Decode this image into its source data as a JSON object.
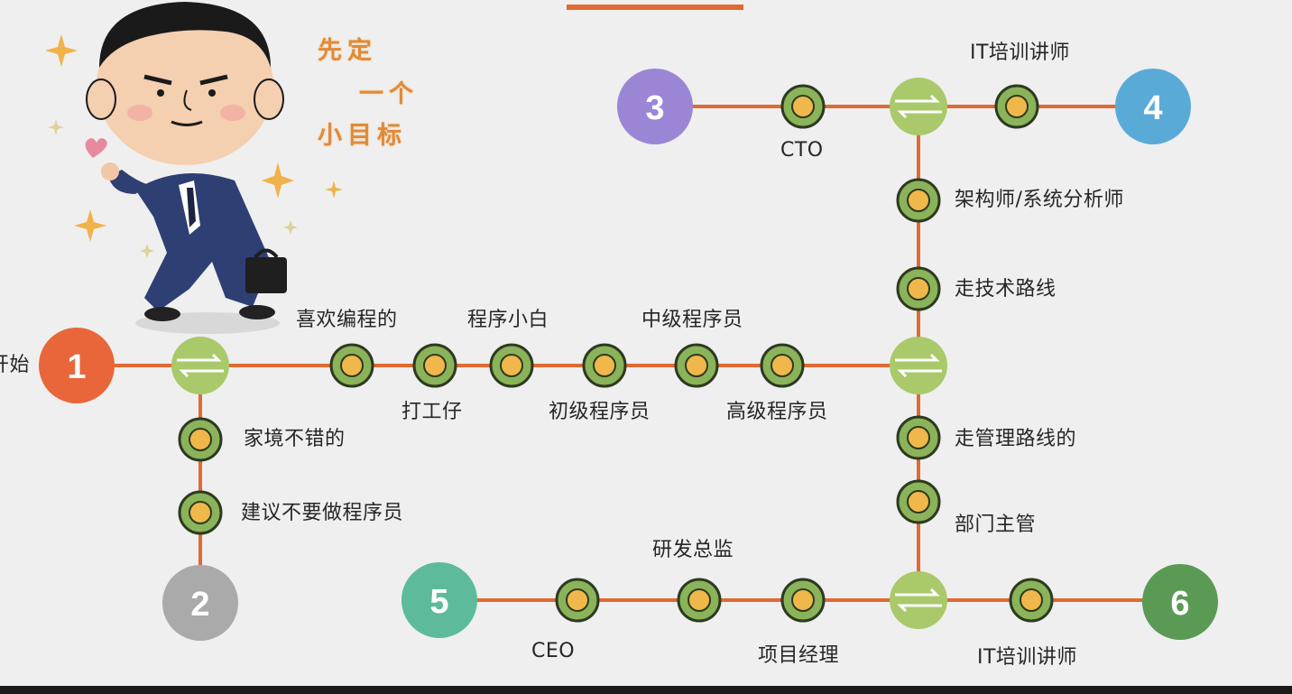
{
  "slogan": {
    "line1": "先定",
    "line2": "一个",
    "line3": "小目标"
  },
  "terminals": {
    "t1": "1",
    "t2": "2",
    "t3": "3",
    "t4": "4",
    "t5": "5",
    "t6": "6"
  },
  "start_label": "开始",
  "labels": {
    "likes_programming": "喜欢编程的",
    "dagongzai": "打工仔",
    "rookie": "程序小白",
    "junior": "初级程序员",
    "mid": "中级程序员",
    "senior": "高级程序员",
    "rich_family": "家境不错的",
    "advice": "建议不要做程序员",
    "cto": "CTO",
    "it_trainer_top": "IT培训讲师",
    "architect": "架构师/系统分析师",
    "tech_route": "走技术路线",
    "mgmt_route": "走管理路线的",
    "dept_head": "部门主管",
    "rd_director": "研发总监",
    "ceo": "CEO",
    "project_manager": "项目经理",
    "it_trainer_bottom": "IT培训讲师"
  },
  "colors": {
    "line": "#e06a33",
    "station_ring": "#2d3a1f",
    "station_outer": "#8ab35a",
    "station_inner": "#f0b84a",
    "t1": "#e8663a",
    "t2": "#aaaaaa",
    "t3": "#9b86d6",
    "t4": "#5aaad8",
    "t5": "#5dbb9c",
    "t6": "#5a9a55",
    "interchange": "#a9c96a"
  }
}
